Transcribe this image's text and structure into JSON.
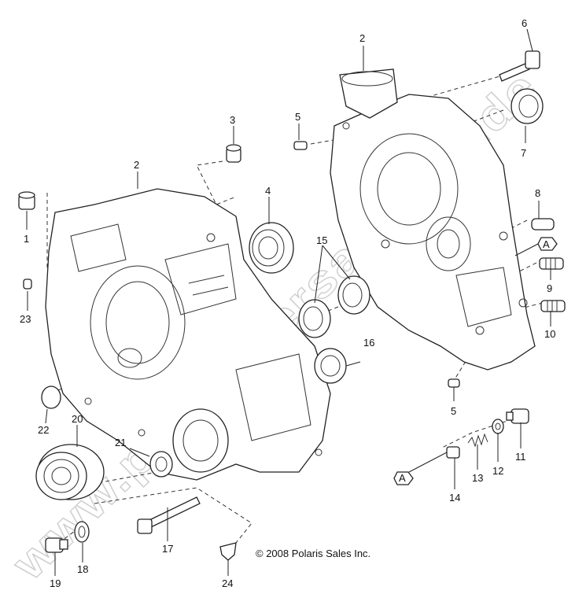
{
  "callouts": {
    "c1": "1",
    "c2a": "2",
    "c2b": "2",
    "c3": "3",
    "c4": "4",
    "c5a": "5",
    "c5b": "5",
    "c6": "6",
    "c7": "7",
    "c8": "8",
    "c9": "9",
    "c10": "10",
    "c11": "11",
    "c12": "12",
    "c13": "13",
    "c14": "14",
    "c15": "15",
    "c16": "16",
    "c17": "17",
    "c18": "18",
    "c19": "19",
    "c20": "20",
    "c21": "21",
    "c22": "22",
    "c23": "23",
    "c24": "24"
  },
  "ref_marker": "A",
  "copyright": "© 2008 Polaris Sales Inc.",
  "watermark": "www.polaris-ersatzteile.de"
}
